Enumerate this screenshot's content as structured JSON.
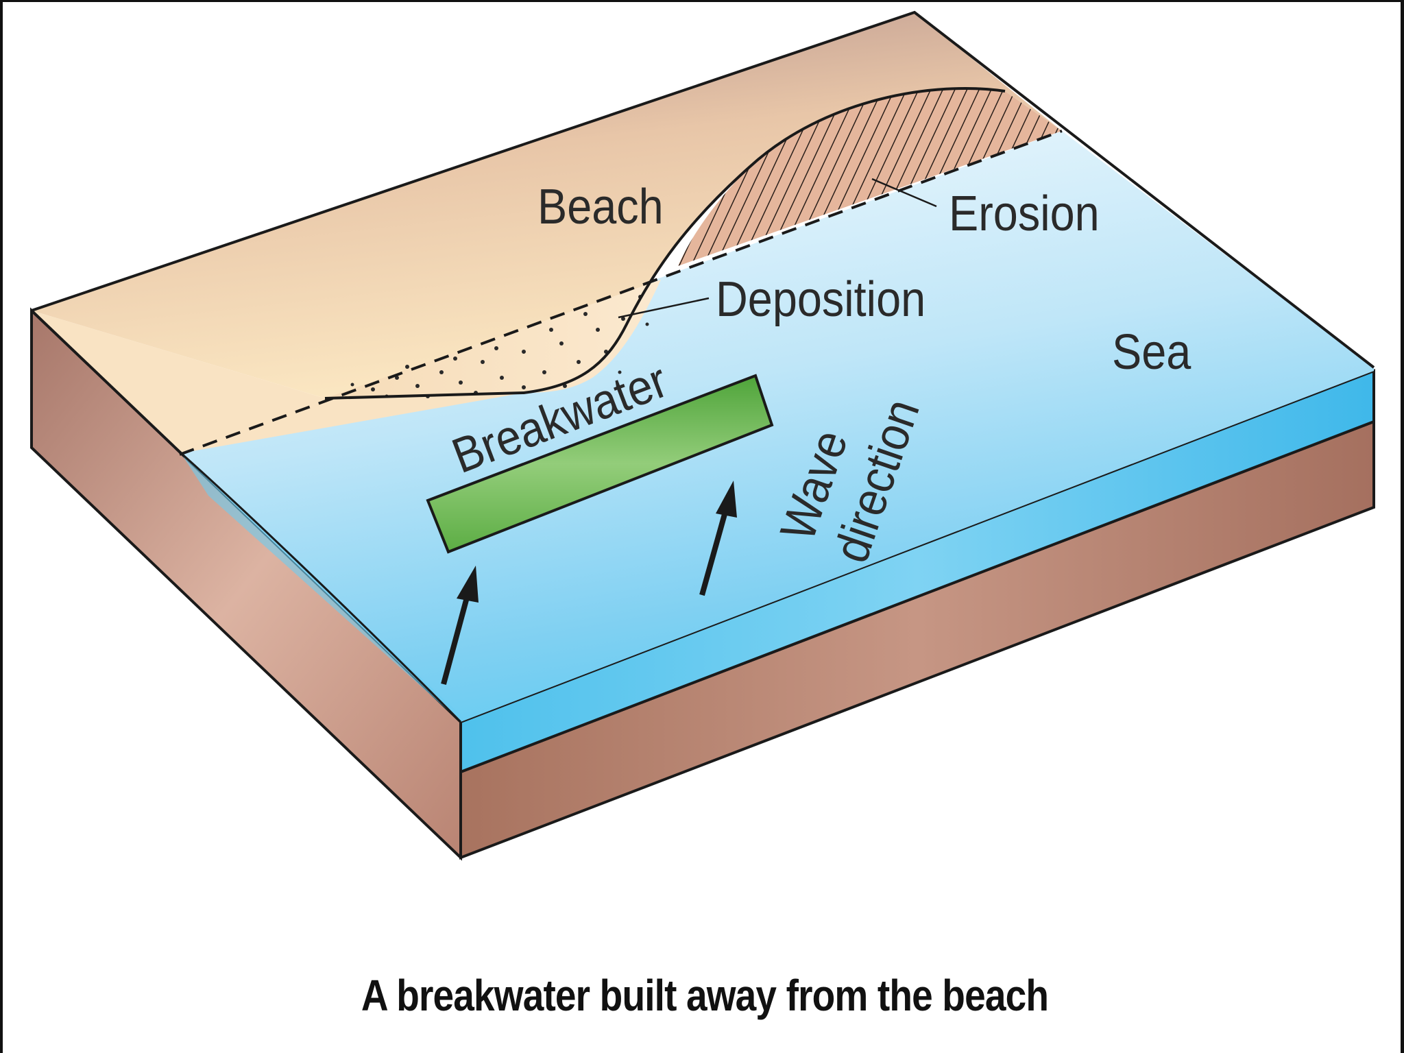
{
  "labels": {
    "beach": "Beach",
    "erosion": "Erosion",
    "deposition": "Deposition",
    "sea": "Sea",
    "breakwater": "Breakwater",
    "wave_line1": "Wave",
    "wave_line2": "direction"
  },
  "caption": "A breakwater built away from the beach",
  "colors": {
    "beach_light": "#f8e2bc",
    "beach_dark": "#b99686",
    "sea_light": "#e6f5fc",
    "sea_mid": "#8fd4f2",
    "sea_deep": "#4cc3ee",
    "earth_side": "#b98571",
    "breakwater": "#6ab84e",
    "outline": "#1a1a1a"
  }
}
